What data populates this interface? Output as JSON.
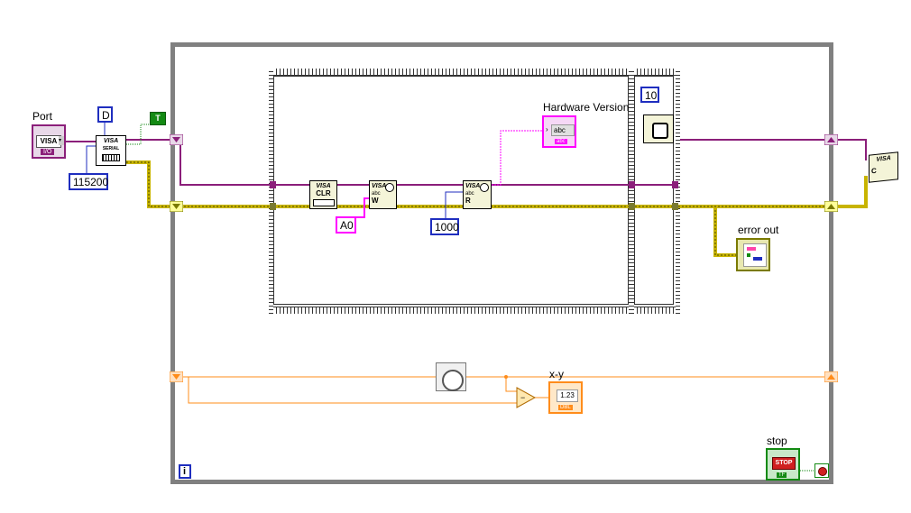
{
  "labels": {
    "port": "Port",
    "hardware_version": "Hardware Version",
    "error_out": "error out",
    "xy": "x-y",
    "stop": "stop"
  },
  "constants": {
    "d": "D",
    "baud": "115200",
    "true_const": "T",
    "a0": "A0",
    "bytes": "1000",
    "wait_ms": "10",
    "iteration": "i"
  },
  "blocks": {
    "visa_control": "VISA",
    "visa_serial_top": "VISA",
    "visa_serial_sub": "SERIAL",
    "visa_clr_top": "VISA",
    "visa_clr_sub": "CLR",
    "visa_write_top": "VISA",
    "visa_write_abc": "abc",
    "visa_write_mode": "W",
    "visa_read_top": "VISA",
    "visa_read_abc": "abc",
    "visa_read_mode": "R",
    "visa_close_top": "VISA",
    "visa_close_sub": "C",
    "indicator_abc": "abc",
    "xy_value": "1.23",
    "xy_type": "DBL",
    "stop_button": "STOP",
    "stop_tf": "TF",
    "port_io": "I/O"
  },
  "colors": {
    "visa_wire": "#8b1f7a",
    "error_wire": "#c8b400",
    "string_wire": "#ff00ff",
    "numeric_wire": "#ff8c1a",
    "int_wire": "#1f2ebf",
    "bool_wire": "#138a13",
    "loop_border": "#808080"
  }
}
